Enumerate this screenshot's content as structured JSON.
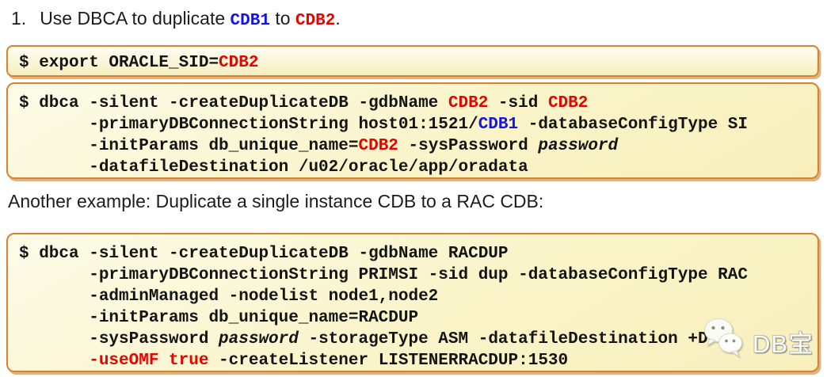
{
  "colors": {
    "code_red": "#e10600",
    "code_blue": "#1414e6",
    "box_border": "#d9822b",
    "box_background": "#faf4c9",
    "text": "#1c1c1c",
    "page_background": "#ffffff"
  },
  "heading": {
    "number": "1.",
    "segments": [
      {
        "t": "Use DBCA to duplicate ",
        "s": "plain"
      },
      {
        "t": "CDB1",
        "s": "code-blue"
      },
      {
        "t": " to ",
        "s": "plain"
      },
      {
        "t": "CDB2",
        "s": "code-red"
      },
      {
        "t": ".",
        "s": "plain"
      }
    ]
  },
  "subheading": {
    "text": "Another example: Duplicate a single instance CDB to a RAC CDB:"
  },
  "code_boxes": [
    {
      "name": "export-oracle-sid",
      "lines": [
        [
          {
            "t": "$ export ORACLE_SID=",
            "s": "plain"
          },
          {
            "t": "CDB2",
            "s": "red"
          }
        ]
      ]
    },
    {
      "name": "dbca-duplicate-single-instance",
      "lines": [
        [
          {
            "t": "$ dbca -silent -createDuplicateDB -gdbName ",
            "s": "plain"
          },
          {
            "t": "CDB2",
            "s": "red"
          },
          {
            "t": " -sid ",
            "s": "plain"
          },
          {
            "t": "CDB2",
            "s": "red"
          }
        ],
        [
          {
            "t": "       -primaryDBConnectionString host01:1521/",
            "s": "plain"
          },
          {
            "t": "CDB1",
            "s": "blue"
          },
          {
            "t": " -databaseConfigType SI",
            "s": "plain"
          }
        ],
        [
          {
            "t": "       -initParams db_unique_name=",
            "s": "plain"
          },
          {
            "t": "CDB2",
            "s": "red"
          },
          {
            "t": " -sysPassword ",
            "s": "plain"
          },
          {
            "t": "password",
            "s": "italic"
          }
        ],
        [
          {
            "t": "       -datafileDestination /u02/oracle/app/oradata",
            "s": "plain"
          }
        ]
      ]
    },
    {
      "name": "dbca-duplicate-rac",
      "lines": [
        [
          {
            "t": "$ dbca -silent -createDuplicateDB -gdbName RACDUP",
            "s": "plain"
          }
        ],
        [
          {
            "t": "       -primaryDBConnectionString PRIMSI -sid dup -databaseConfigType RAC",
            "s": "plain"
          }
        ],
        [
          {
            "t": "       -adminManaged -nodelist node1,node2",
            "s": "plain"
          }
        ],
        [
          {
            "t": "       -initParams db_unique_name=RACDUP",
            "s": "plain"
          }
        ],
        [
          {
            "t": "       -sysPassword ",
            "s": "plain"
          },
          {
            "t": "password",
            "s": "italic"
          },
          {
            "t": " -storageType ASM -datafileDestination +D",
            "s": "plain"
          }
        ],
        [
          {
            "t": "       ",
            "s": "plain"
          },
          {
            "t": "-useOMF true",
            "s": "red"
          },
          {
            "t": " -createListener LISTENERRACDUP:1530",
            "s": "plain"
          }
        ]
      ]
    }
  ],
  "watermark": {
    "icon": "wechat-icon",
    "label": "DB宝"
  }
}
